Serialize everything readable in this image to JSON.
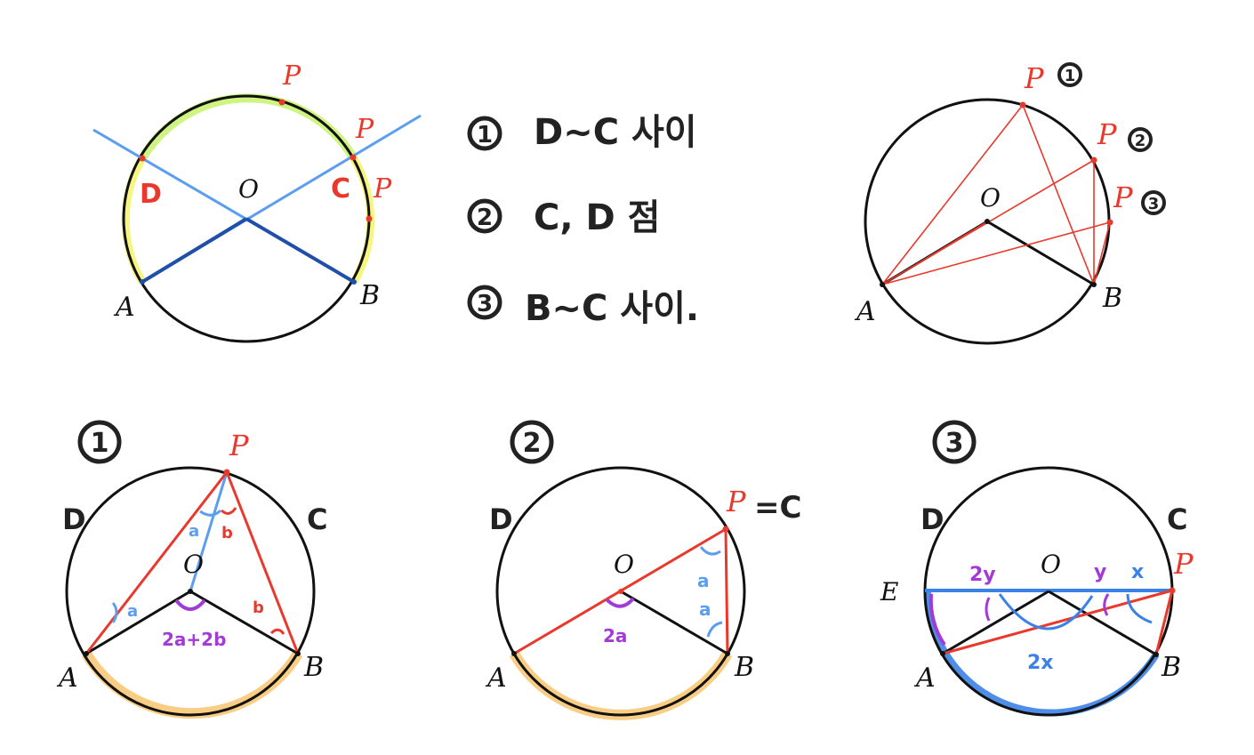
{
  "colors": {
    "black": "#111111",
    "red": "#e8392c",
    "blue_light": "#5b9ef0",
    "blue_dark": "#1f4fa8",
    "purple": "#a23bd6",
    "green_hl": "#c6f26b",
    "yellow_hl": "#f5f36a",
    "orange_hl": "#f8c46e"
  },
  "fig1": {
    "label_O": "O",
    "label_A": "A",
    "label_B": "B",
    "label_P1": "P",
    "label_P2": "P",
    "label_P3": "P",
    "label_D": "D",
    "label_C": "C"
  },
  "notes": [
    {
      "num": "1",
      "text": "D~C 사이"
    },
    {
      "num": "2",
      "text": "C, D 점"
    },
    {
      "num": "3",
      "text": "B~C 사이."
    }
  ],
  "fig2": {
    "label_O": "O",
    "label_A": "A",
    "label_B": "B",
    "label_P1": "P",
    "label_P2": "P",
    "label_P3": "P",
    "num1": "1",
    "num2": "2",
    "num3": "3"
  },
  "case1": {
    "num": "1",
    "label_P": "P",
    "label_O": "O",
    "label_A": "A",
    "label_B": "B",
    "label_D": "D",
    "label_C": "C",
    "angle_a_top": "a",
    "angle_b_top": "b",
    "angle_a_left": "a",
    "angle_b_right": "b",
    "center_angle": "2a+2b"
  },
  "case2": {
    "num": "2",
    "label_P": "P",
    "eq_C": "=C",
    "label_O": "O",
    "label_A": "A",
    "label_B": "B",
    "label_D": "D",
    "angle_a1": "a",
    "angle_a2": "a",
    "center_angle": "2a"
  },
  "case3": {
    "num": "3",
    "label_P": "P",
    "label_O": "O",
    "label_A": "A",
    "label_B": "B",
    "label_E": "E",
    "label_D": "D",
    "label_C": "C",
    "angle_2y": "2y",
    "angle_y": "y",
    "angle_x": "x",
    "center_angle": "2x"
  }
}
